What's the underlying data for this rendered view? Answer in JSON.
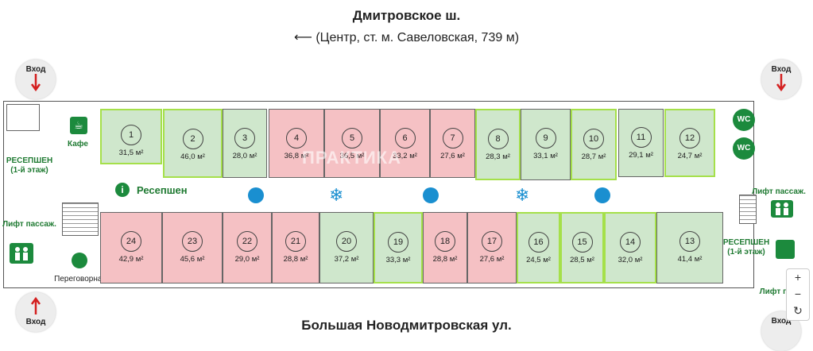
{
  "streets": {
    "top": "Дмитровское ш.",
    "top_sub": "(Центр, ст. м. Савеловская, 739 м)",
    "bottom": "Большая Новодмитровская ул."
  },
  "entries": {
    "label": "Вход"
  },
  "labels": {
    "cafe": "Кафе",
    "reception_left": "РЕСЕПШЕН\n(1-й этаж)",
    "reception_right": "РЕСЕПШЕН\n(1-й этаж)",
    "reception_corridor": "Ресепшен",
    "lift_left": "Лифт пассаж.",
    "lift_right": "Лифт пассаж.",
    "lift_cargo": "Лифт груз.",
    "meeting": "Переговорная",
    "wc": "WC",
    "watermark": "ПРАКТИКА"
  },
  "colors": {
    "free": "#cfe7cc",
    "rented": "#f5c1c4",
    "highlight": "#a5e04a",
    "brand": "#1c8a3d",
    "water": "#1a8fd0"
  },
  "rooms_top": [
    {
      "num": "1",
      "area": "31,5 м²",
      "status": "free",
      "highlight": true
    },
    {
      "num": "2",
      "area": "46,0 м²",
      "status": "free",
      "highlight": true
    },
    {
      "num": "3",
      "area": "28,0 м²",
      "status": "free",
      "highlight": false
    },
    {
      "num": "4",
      "area": "36,8 м²",
      "status": "rented",
      "highlight": false
    },
    {
      "num": "5",
      "area": "36,5 м²",
      "status": "rented",
      "highlight": false
    },
    {
      "num": "6",
      "area": "33,2 м²",
      "status": "rented",
      "highlight": false
    },
    {
      "num": "7",
      "area": "27,6 м²",
      "status": "rented",
      "highlight": false
    },
    {
      "num": "8",
      "area": "28,3 м²",
      "status": "free",
      "highlight": true
    },
    {
      "num": "9",
      "area": "33,1 м²",
      "status": "free",
      "highlight": false
    },
    {
      "num": "10",
      "area": "28,7 м²",
      "status": "free",
      "highlight": true
    },
    {
      "num": "11",
      "area": "29,1 м²",
      "status": "free",
      "highlight": false
    },
    {
      "num": "12",
      "area": "24,7 м²",
      "status": "free",
      "highlight": true
    }
  ],
  "rooms_bottom": [
    {
      "num": "24",
      "area": "42,9 м²",
      "status": "rented",
      "highlight": false
    },
    {
      "num": "23",
      "area": "45,6 м²",
      "status": "rented",
      "highlight": false
    },
    {
      "num": "22",
      "area": "29,0 м²",
      "status": "rented",
      "highlight": false
    },
    {
      "num": "21",
      "area": "28,8 м²",
      "status": "rented",
      "highlight": false
    },
    {
      "num": "20",
      "area": "37,2 м²",
      "status": "free",
      "highlight": false
    },
    {
      "num": "19",
      "area": "33,3 м²",
      "status": "free",
      "highlight": true
    },
    {
      "num": "18",
      "area": "28,8 м²",
      "status": "rented",
      "highlight": false
    },
    {
      "num": "17",
      "area": "27,6 м²",
      "status": "rented",
      "highlight": false
    },
    {
      "num": "16",
      "area": "24,5 м²",
      "status": "free",
      "highlight": true
    },
    {
      "num": "15",
      "area": "28,5 м²",
      "status": "free",
      "highlight": true
    },
    {
      "num": "14",
      "area": "32,0 м²",
      "status": "free",
      "highlight": true
    },
    {
      "num": "13",
      "area": "41,4 м²",
      "status": "free",
      "highlight": false
    }
  ],
  "zoom": {
    "plus": "+",
    "minus": "−",
    "reset": "↻"
  }
}
